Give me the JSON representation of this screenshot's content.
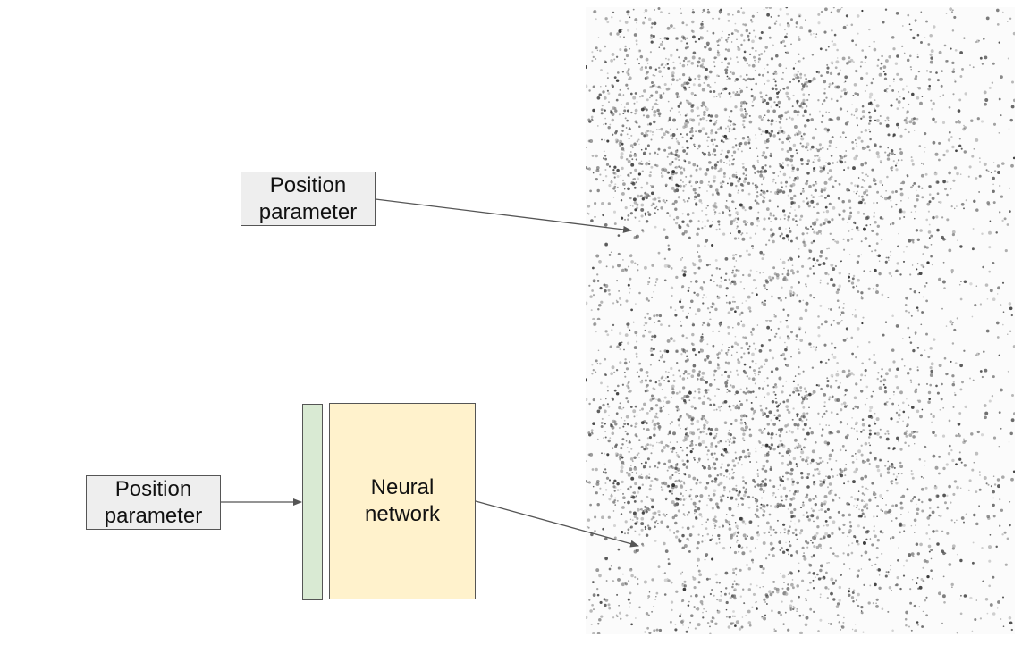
{
  "top_row": {
    "input_label_line1": "Position",
    "input_label_line2": "parameter"
  },
  "bottom_row": {
    "input_label_line1": "Position",
    "input_label_line2": "parameter",
    "network_label_line1": "Neural",
    "network_label_line2": "network"
  },
  "colors": {
    "input_box": "#eeeeee",
    "embedding_bar": "#d9ead3",
    "network_box": "#fff2cc",
    "arrow": "#555555"
  }
}
